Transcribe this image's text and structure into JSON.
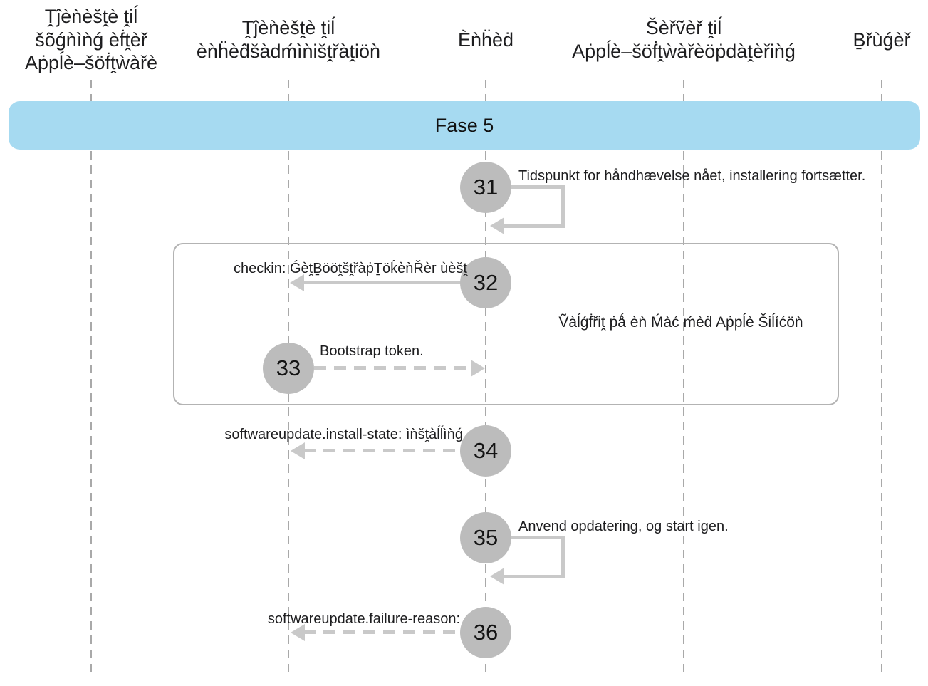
{
  "columns": [
    {
      "label": "Ṱĵèǹèšṱè ṱiĺ\nšõǵǹìǹǵ èḟṱèř\nAṗpĺè–šöḟṱẁàřè"
    },
    {
      "label": "Ṱĵèǹèšṱè ṱiĺ\nèǹḧèd̂šàdḿìǹišṱřàṱiöǹ"
    },
    {
      "label": "Èǹḧèḋ"
    },
    {
      "label": "Šèřṽèř ṱiĺ\nAṗpĺè–šöḟṱẁàřèöṗdàṱèřiǹǵ"
    },
    {
      "label": "Ḇřùǵèř"
    }
  ],
  "phase": {
    "label": "Fase 5"
  },
  "optional_box": {
    "label": "Ṽàĺǵḟřiṱ ṗǻ èǹ Ḿàć ḿèḋ Aṗpĺè Šiĺíćöǹ"
  },
  "steps": [
    {
      "number": "31",
      "label": "Tidspunkt for håndhævelse nået, installering fortsætter.",
      "arrow": "self-loop"
    },
    {
      "number": "32",
      "label": "checkin: ǴèṱḆööṱšṱřàṗṮöḱèǹŘèr ùèšṱ",
      "arrow": "solid-left"
    },
    {
      "number": "33",
      "label": "Bootstrap token.",
      "arrow": "dashed-right"
    },
    {
      "number": "34",
      "label": "softwareupdate.install-state: ìǹšṱàĺĺìǹǵ",
      "arrow": "dashed-left"
    },
    {
      "number": "35",
      "label": "Anvend opdatering, og start igen.",
      "arrow": "self-loop"
    },
    {
      "number": "36",
      "label": "softwareupdate.failure-reason:",
      "arrow": "dashed-left"
    }
  ],
  "colors": {
    "banner_blue": "#A6DAF1",
    "circle_gray": "#BCBCBC",
    "arrow_gray": "#C9C9C9",
    "lifeline_gray": "#A9A9A9",
    "box_border_gray": "#B3B3B3",
    "text": "#1D1D1F"
  }
}
